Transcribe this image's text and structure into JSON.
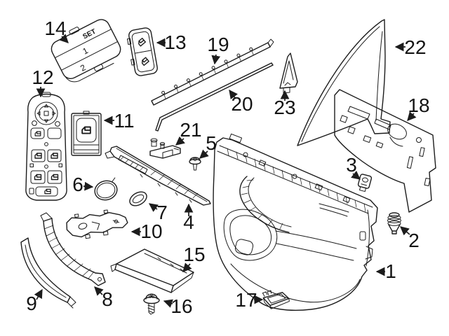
{
  "diagram": {
    "kind": "exploded-parts-diagram",
    "background_color": "#ffffff",
    "line_color": "#1c1c1c",
    "callout_count": 23
  },
  "callouts": {
    "c1": "1",
    "c2": "2",
    "c3": "3",
    "c4": "4",
    "c5": "5",
    "c6": "6",
    "c7": "7",
    "c8": "8",
    "c9": "9",
    "c10": "10",
    "c11": "11",
    "c12": "12",
    "c13": "13",
    "c14": "14",
    "c15": "15",
    "c16": "16",
    "c17": "17",
    "c18": "18",
    "c19": "19",
    "c20": "20",
    "c21": "21",
    "c22": "22",
    "c23": "23"
  },
  "memory_switch_labels": {
    "set": "SET",
    "preset_1": "1",
    "preset_2": "2"
  }
}
